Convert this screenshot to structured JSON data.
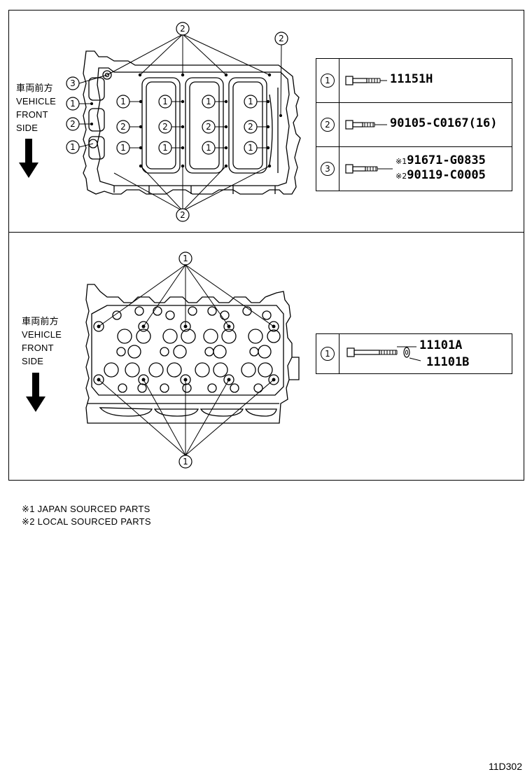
{
  "top_panel": {
    "direction_label": [
      "車両前方",
      "VEHICLE",
      "FRONT",
      "SIDE"
    ],
    "legend": [
      {
        "num": "1",
        "part": "11151H"
      },
      {
        "num": "2",
        "part": "90105-C0167(16)"
      },
      {
        "num": "3",
        "part_lines": [
          {
            "note": "※1",
            "part": "91671-G0835"
          },
          {
            "note": "※2",
            "part": "90119-C0005"
          }
        ]
      }
    ],
    "callouts": {
      "one": "1",
      "two": "2",
      "three": "3"
    }
  },
  "bottom_panel": {
    "direction_label": [
      "車両前方",
      "VEHICLE",
      "FRONT",
      "SIDE"
    ],
    "legend": [
      {
        "num": "1",
        "parts": [
          "11101A",
          "11101B"
        ]
      }
    ],
    "callouts": {
      "one": "1"
    }
  },
  "footnotes": [
    "※1 JAPAN SOURCED PARTS",
    "※2 LOCAL SOURCED PARTS"
  ],
  "reference_code": "11D302",
  "colors": {
    "line": "#000000",
    "background": "#ffffff"
  }
}
